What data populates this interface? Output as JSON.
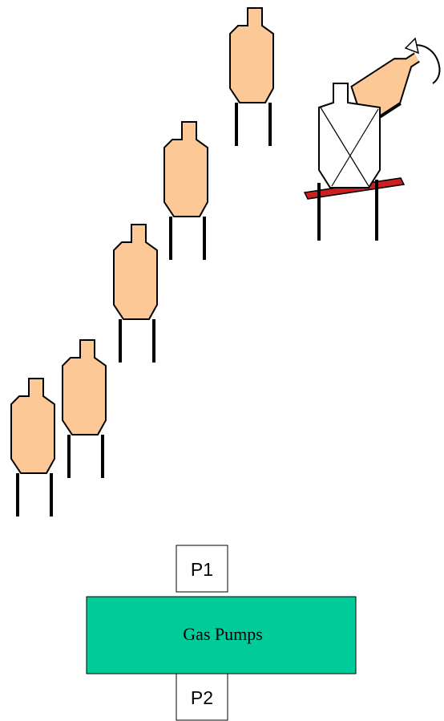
{
  "colors": {
    "target_fill": "#fbc896",
    "pumps_fill": "#00cc99",
    "leg": "#000000",
    "stand_red": "#cc1f1f",
    "turning_target": "#ffffff"
  },
  "targets": [
    {
      "id": "target-1"
    },
    {
      "id": "target-2"
    },
    {
      "id": "target-3"
    },
    {
      "id": "target-4"
    },
    {
      "id": "target-5"
    },
    {
      "id": "target-6"
    }
  ],
  "turning_target": {
    "icons": [
      "x-mark-icon",
      "rotate-arrow-icon"
    ]
  },
  "pumps": {
    "label": "Gas Pumps",
    "top_position_label": "P1",
    "bottom_position_label": "P2"
  }
}
